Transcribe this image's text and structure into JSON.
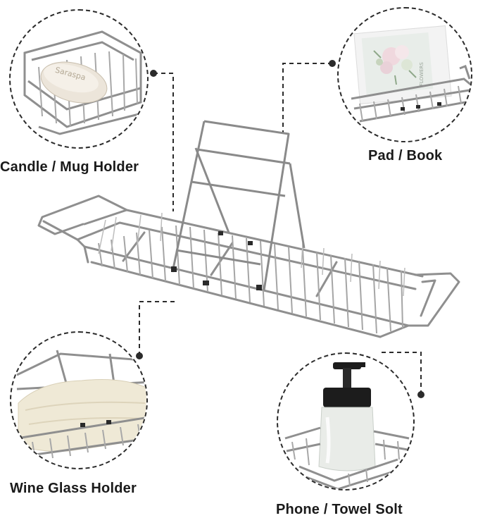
{
  "labels": {
    "top_left": "Candle / Mug Holder",
    "top_right": "Pad / Book",
    "bottom_left": "Wine Glass Holder",
    "bottom_right": "Phone / Towel Solt"
  },
  "soap_text": "Saraspa",
  "book_text": "FLOWERS",
  "colors": {
    "chrome": "#9a9a9a",
    "chrome_dark": "#6e6e6e",
    "chrome_light": "#d6d6d6",
    "dashed": "#2b2b2b",
    "soap": "#ece5da",
    "towel": "#efe9d6",
    "dispenser_pump": "#1c1c1c",
    "jar": "#e9ece8"
  }
}
